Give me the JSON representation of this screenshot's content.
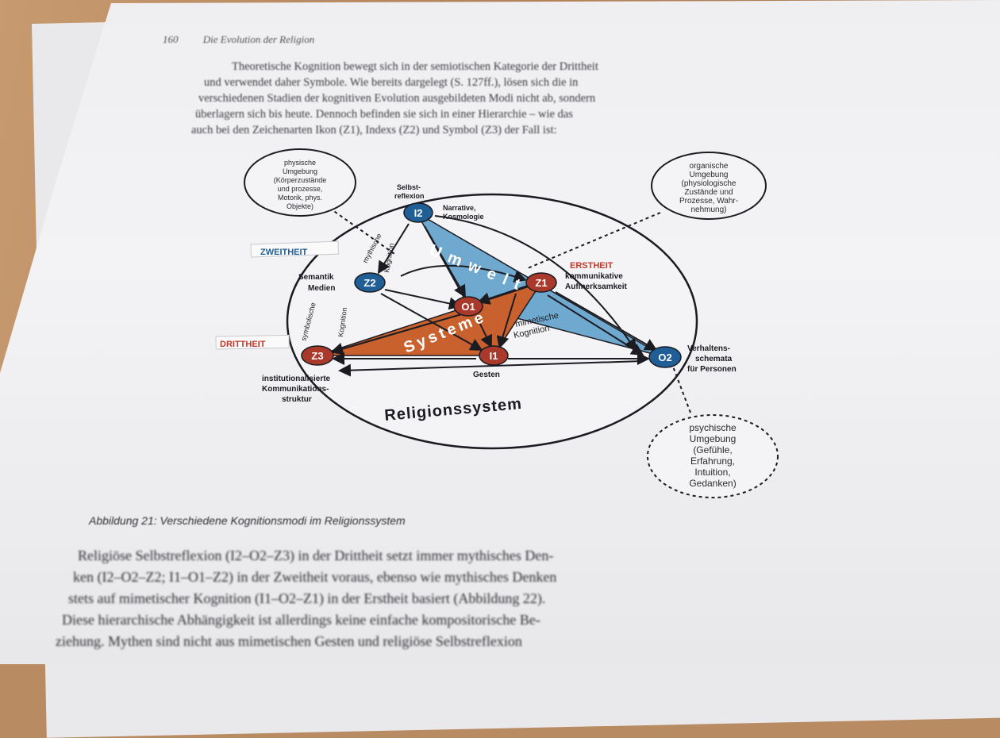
{
  "running_head": {
    "page_number": "160",
    "title": "Die Evolution der Religion"
  },
  "paragraph_top": [
    "Theoretische Kognition bewegt sich in der semiotischen Kategorie der Drittheit",
    "und verwendet daher Symbole. Wie bereits dargelegt (S. 127ff.), lösen sich die in",
    "verschiedenen Stadien der kognitiven Evolution ausgebildeten Modi nicht ab, sondern",
    "überlagern sich bis heute. Dennoch befinden sie sich in einer Hierarchie – wie das",
    "auch bei den Zeichenarten Ikon (Z1), Indexs (Z2) und Symbol (Z3) der Fall ist:"
  ],
  "diagram": {
    "nodes": {
      "I2": "I2",
      "Z2": "Z2",
      "O1": "O1",
      "Z1": "Z1",
      "Z3": "Z3",
      "I1": "I1",
      "O2": "O2"
    },
    "labels": {
      "selbstreflexion": [
        "Selbst-",
        "reflexion"
      ],
      "narrative": [
        "Narrative,",
        "Kosmologie"
      ],
      "semantik": [
        "Semantik",
        "Medien"
      ],
      "kommunikative": [
        "kommunikative",
        "Aufmerksamkeit"
      ],
      "institutionell": [
        "institutionalisierte",
        "Kommunikations-",
        "struktur"
      ],
      "gesten": "Gesten",
      "verhalten": [
        "Verhaltens-",
        "schemata",
        "für Personen"
      ],
      "mimetische": [
        "mimetische",
        "Kognition"
      ],
      "mythische": [
        "mythische",
        "Kognition"
      ],
      "symbolische": [
        "symbolische",
        "Kognition"
      ],
      "umwelt": "Umwelt",
      "systeme": "Systeme",
      "religionssystem": "Religionssystem"
    },
    "categories": {
      "zweitheit": "ZWEITHEIT",
      "ersheit": "ERSTHEIT",
      "drittheit": "DRITTHEIT"
    },
    "bubbles": {
      "physisch": [
        "physische",
        "Umgebung",
        "(Körperzustände",
        "und prozesse,",
        "Motorik, phys.",
        "Objekte)"
      ],
      "organisch": [
        "organische",
        "Umgebung",
        "(physiologische",
        "Zustände und",
        "Prozesse, Wahr-",
        "nehmung)"
      ],
      "psychisch": [
        "psychische",
        "Umgebung",
        "(Gefühle,",
        "Erfahrung,",
        "Intuition,",
        "Gedanken)"
      ]
    },
    "colors": {
      "blue_triangle": "#6fa9cf",
      "orange_triangle": "#c8612d",
      "node_blue": "#1f5f95",
      "node_red": "#a9392a",
      "category_red": "#c0392b",
      "category_blue": "#1f5f95"
    }
  },
  "caption": "Abbildung 21: Verschiedene Kognitionsmodi im Religionssystem",
  "paragraph_bottom": [
    "Religiöse Selbstreflexion (I2–O2–Z3) in der Drittheit setzt immer mythisches Den-",
    "ken (I2–O2–Z2; I1–O1–Z2) in der Zweitheit voraus, ebenso wie mythisches Denken",
    "stets auf mimetischer Kognition (I1–O2–Z1) in der Erstheit basiert (Abbildung 22).",
    "Diese hierarchische Abhängigkeit ist allerdings keine einfache kompositorische Be-",
    "ziehung. Mythen sind nicht aus mimetischen Gesten und religiöse Selbstreflexion"
  ]
}
